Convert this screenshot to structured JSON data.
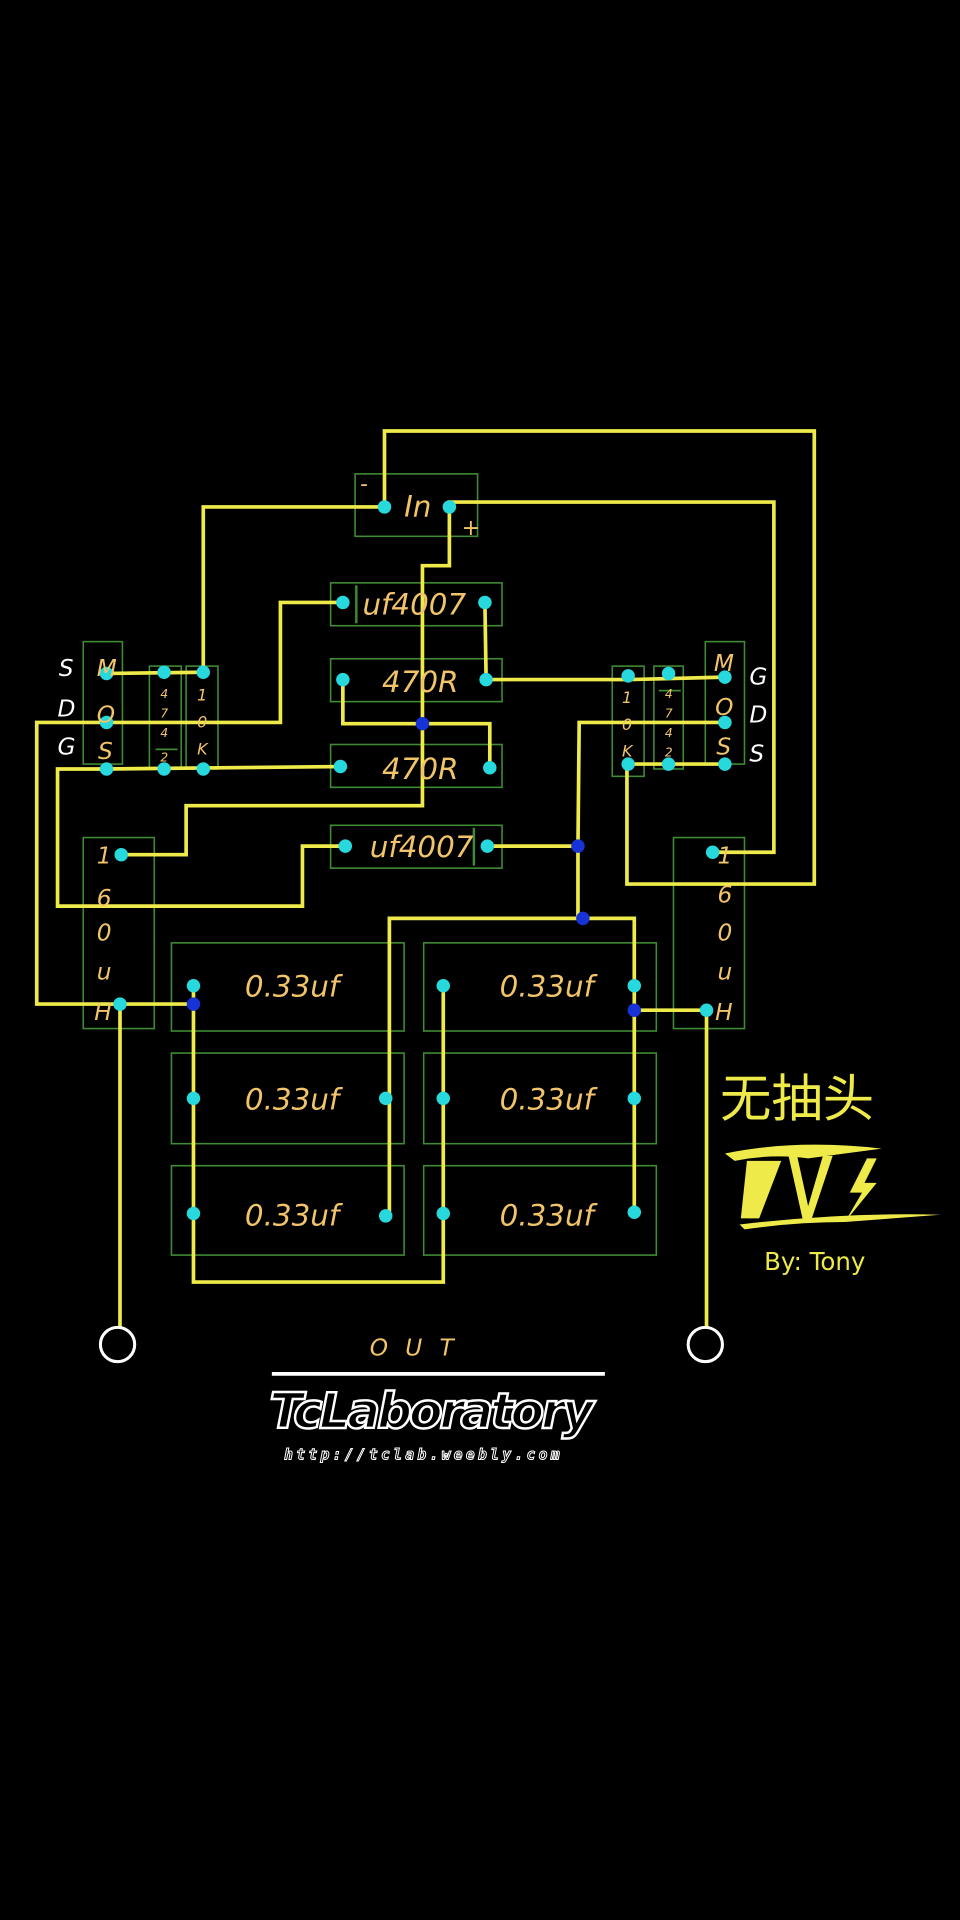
{
  "input": {
    "label": "In",
    "minus": "-",
    "plus": "+"
  },
  "diodes": [
    {
      "label": "uf4007"
    },
    {
      "label": "uf4007"
    }
  ],
  "resistors": [
    {
      "label": "470R"
    },
    {
      "label": "470R"
    }
  ],
  "mosfet_left": {
    "letters": [
      "M",
      "O",
      "S"
    ],
    "pins": [
      "S",
      "D",
      "G"
    ]
  },
  "mosfet_right": {
    "letters": [
      "M",
      "O",
      "S"
    ],
    "pins": [
      "G",
      "D",
      "S"
    ]
  },
  "zener_left": {
    "chars": [
      "4",
      "7",
      "4",
      "2"
    ]
  },
  "zener_right": {
    "chars": [
      "4",
      "7",
      "4",
      "2"
    ]
  },
  "res10k_left": {
    "chars": [
      "1",
      "0",
      "K"
    ]
  },
  "res10k_right": {
    "chars": [
      "1",
      "0",
      "K"
    ]
  },
  "inductor_left": {
    "chars": [
      "1",
      "6",
      "0",
      "u",
      "H"
    ]
  },
  "inductor_right": {
    "chars": [
      "1",
      "6",
      "0",
      "u",
      "H"
    ]
  },
  "capacitors": [
    "0.33uf",
    "0.33uf",
    "0.33uf",
    "0.33uf",
    "0.33uf",
    "0.33uf"
  ],
  "output": {
    "label": "O U T"
  },
  "branding": {
    "title_cn": "无抽头",
    "zvs_logo": "ZVS",
    "author": "By: Tony",
    "lab_logo": "TcLaboratory",
    "url": "http://tclab.weebly.com"
  },
  "colors": {
    "wire": "#eeea4a",
    "pin": "#27d8dc",
    "junction": "#1733d8",
    "outline": "#3f8a34",
    "label": "#f2c46a"
  }
}
